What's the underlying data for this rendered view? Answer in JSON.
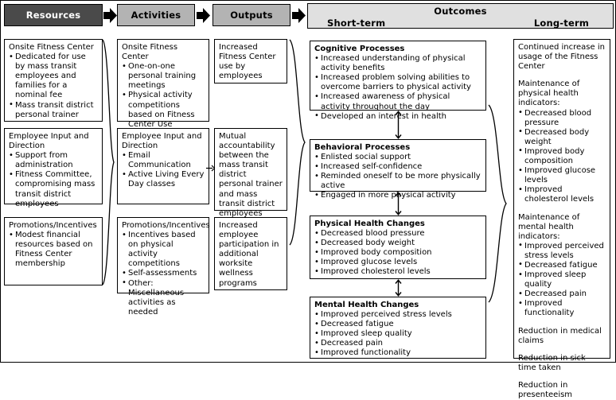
{
  "header": {
    "resources": "Resources",
    "activities": "Activities",
    "outputs": "Outputs",
    "outcomes": "Outcomes",
    "short_term": "Short-term",
    "long_term": "Long-term"
  },
  "resources": [
    {
      "heading": "Onsite Fitness Center",
      "bullets": [
        "Dedicated for use by mass transit employees and families for a nominal fee",
        "Mass transit district personal trainer"
      ]
    },
    {
      "heading": "Employee Input and Direction",
      "bullets": [
        "Support from administration",
        "Fitness Committee, compromising mass transit district employees"
      ]
    },
    {
      "heading": "Promotions/Incentives",
      "bullets": [
        "Modest financial resources based on Fitness Center membership"
      ]
    }
  ],
  "activities": [
    {
      "heading": "Onsite Fitness Center",
      "bullets": [
        "One-on-one personal training meetings",
        "Physical activity competitions based on Fitness Center Use"
      ]
    },
    {
      "heading": "Employee Input and Direction",
      "bullets": [
        "Email Communication",
        "Active Living Every Day classes"
      ]
    },
    {
      "heading": "Promotions/Incentives",
      "bullets": [
        "Incentives based on physical activity competitions",
        "Self-assessments",
        "Other: Miscellaneous activities as needed"
      ]
    }
  ],
  "outputs": [
    {
      "text": "Increased Fitness Center use by employees"
    },
    {
      "text": "Mutual accountability between the mass transit district personal trainer and mass transit district employees"
    },
    {
      "text": "Increased employee participation in additional worksite wellness programs"
    }
  ],
  "outcomes_short": [
    {
      "heading": "Cognitive Processes",
      "bullets": [
        "Increased understanding of physical activity benefits",
        "Increased problem solving abilities to overcome barriers to physical activity",
        "Increased awareness of physical activity throughout the day",
        "Developed an interest in health"
      ]
    },
    {
      "heading": "Behavioral Processes",
      "bullets": [
        "Enlisted social support",
        "Increased self-confidence",
        "Reminded oneself to be more physically active",
        "Engaged in more physical activity"
      ]
    },
    {
      "heading": "Physical Health Changes",
      "bullets": [
        "Decreased blood pressure",
        "Decreased body weight",
        "Improved body composition",
        "Improved glucose levels",
        "Improved cholesterol levels"
      ]
    },
    {
      "heading": "Mental Health Changes",
      "bullets": [
        "Improved perceived stress levels",
        "Decreased fatigue",
        "Improved sleep quality",
        "Decreased pain",
        "Improved functionality"
      ]
    }
  ],
  "outcomes_long": {
    "intro": "Continued increase in usage of the Fitness Center",
    "physical_heading": "Maintenance of physical health indicators:",
    "physical_bullets": [
      "Decreased blood pressure",
      "Decreased body weight",
      "Improved body composition",
      "Improved glucose levels",
      "Improved cholesterol levels"
    ],
    "mental_heading": "Maintenance of mental health indicators:",
    "mental_bullets": [
      "Improved perceived stress levels",
      "Decreased fatigue",
      "Improved sleep quality",
      "Decreased pain",
      "Improved functionality"
    ],
    "claims": "Reduction in medical claims",
    "sick_time": "Reduction in sick time taken",
    "presenteeism": "Reduction in presenteeism"
  },
  "colors": {
    "resources_bg": "#4a4a4a",
    "resources_fg": "#ffffff",
    "stage_bg": "#b3b3b3",
    "outcomes_bg": "#e0e0e0",
    "line": "#000000"
  }
}
